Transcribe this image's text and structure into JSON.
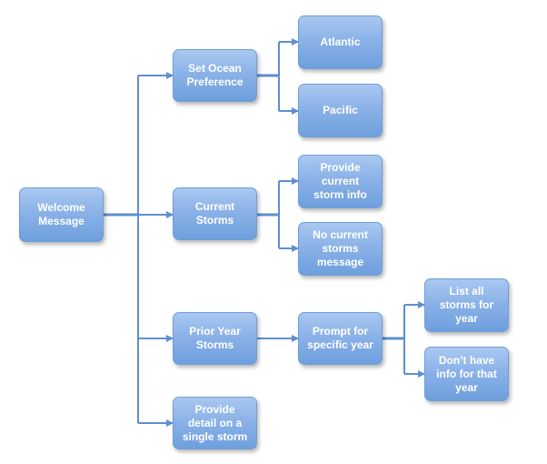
{
  "nodes": {
    "welcome": "Welcome\nMessage",
    "set_ocean": "Set Ocean\nPreference",
    "atlantic": "Atlantic",
    "pacific": "Pacific",
    "current_storms": "Current\nStorms",
    "provide_current": "Provide\ncurrent\nstorm info",
    "no_current": "No current\nstorms\nmessage",
    "prior_year": "Prior Year\nStorms",
    "prompt_year": "Prompt for\nspecific year",
    "list_all": "List all\nstorms for\nyear",
    "dont_have": "Don’t have\ninfo for that\nyear",
    "provide_detail": "Provide\ndetail on a\nsingle storm"
  },
  "colors": {
    "node_fill_top": "#a9c8f0",
    "node_fill_bottom": "#6e9fdd",
    "connector": "#5f8fcf",
    "text": "#ffffff"
  }
}
